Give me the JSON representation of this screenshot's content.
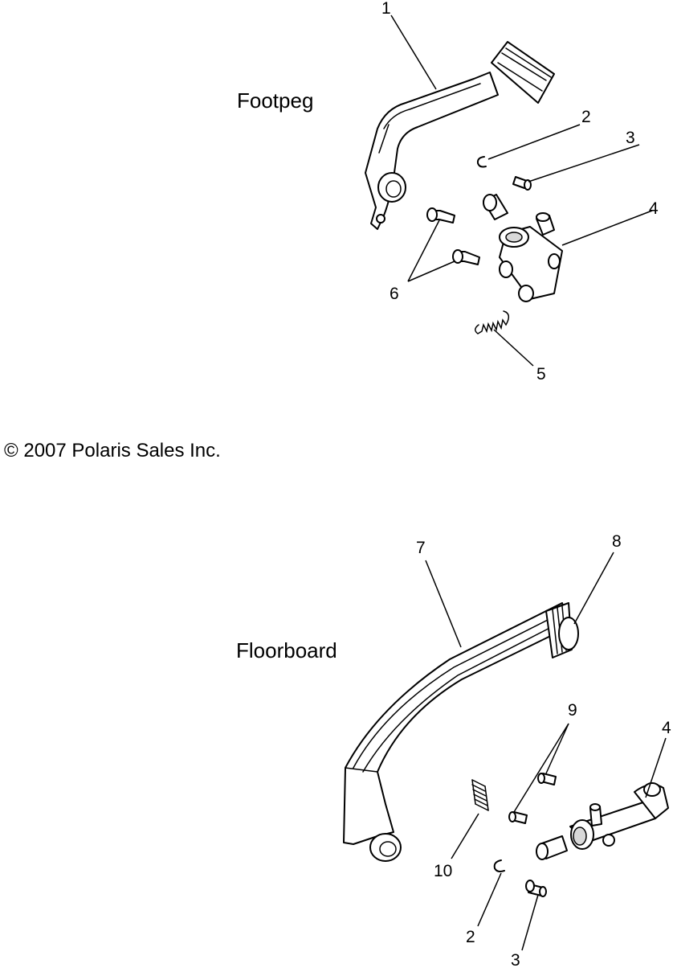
{
  "sections": {
    "footpeg": "Footpeg",
    "floorboard": "Floorboard"
  },
  "copyright": "© 2007 Polaris Sales Inc.",
  "callouts": {
    "top": {
      "c1": "1",
      "c2": "2",
      "c3": "3",
      "c4": "4",
      "c5": "5",
      "c6": "6"
    },
    "bottom": {
      "c7": "7",
      "c8": "8",
      "c9": "9",
      "c4": "4",
      "c10": "10",
      "c2": "2",
      "c3": "3"
    }
  }
}
